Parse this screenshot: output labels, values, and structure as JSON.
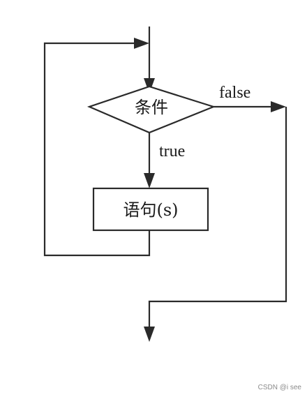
{
  "nodes": {
    "condition": {
      "label": "条件"
    },
    "statements": {
      "label": "语句(s)"
    }
  },
  "edges": {
    "false_label": "false",
    "true_label": "true"
  },
  "watermark": "CSDN @i see"
}
